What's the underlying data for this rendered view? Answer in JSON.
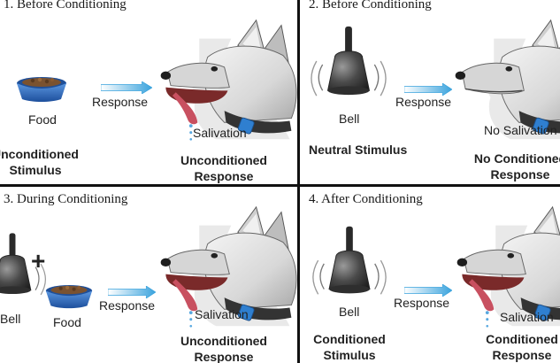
{
  "panels": [
    {
      "title": "1. Before Conditioning",
      "item_label": "Food",
      "arrow_label": "Response",
      "dog_label": "Salivation",
      "stimulus_line1": "Unconditioned",
      "stimulus_line2": "Stimulus",
      "response_line1": "Unconditioned",
      "response_line2": "Response"
    },
    {
      "title": "2. Before Conditioning",
      "item_label": "Bell",
      "arrow_label": "Response",
      "dog_label": "No Salivation",
      "stimulus_line1": "Neutral Stimulus",
      "response_line1": "No Conditioned",
      "response_line2": "Response"
    },
    {
      "title": "3. During Conditioning",
      "plus": "+",
      "item_label": "Bell",
      "item_label2": "Food",
      "arrow_label": "Response",
      "dog_label": "Salivation",
      "response_line1": "Unconditioned",
      "response_line2": "Response"
    },
    {
      "title": "4. After Conditioning",
      "item_label": "Bell",
      "arrow_label": "Response",
      "dog_label": "Salivation",
      "stimulus_line1": "Conditioned",
      "stimulus_line2": "Stimulus",
      "response_line1": "Conditioned",
      "response_line2": "Response"
    }
  ],
  "colors": {
    "divider": "#111111",
    "arrow": "#3aa3dd",
    "bowl": "#2f6fc4",
    "collar_tag": "#2f7fd0",
    "bell": "#4a4a4a",
    "drool": "#58a8e0"
  }
}
